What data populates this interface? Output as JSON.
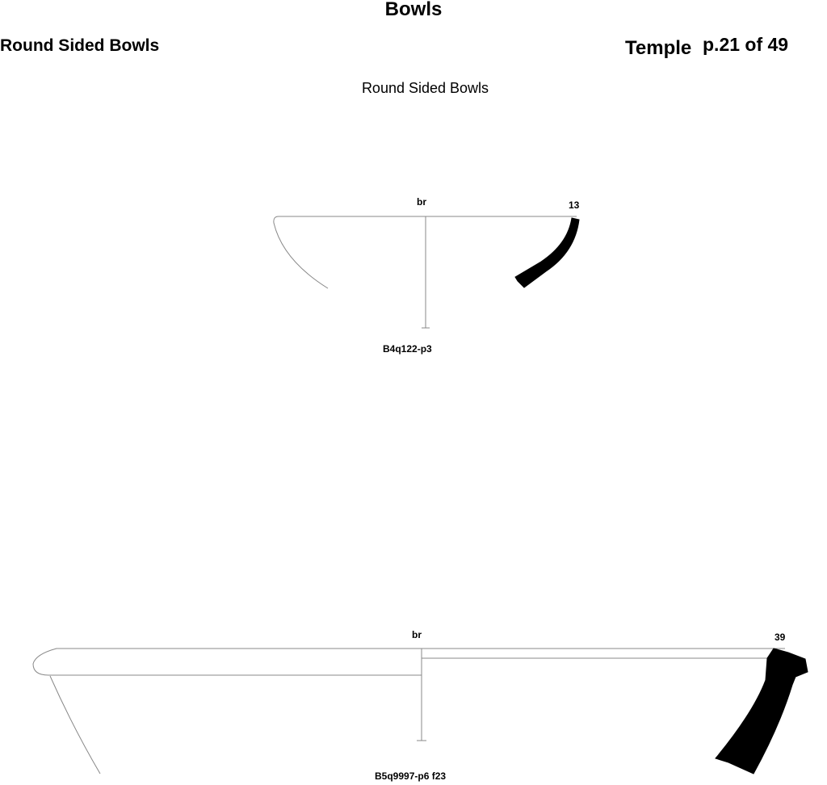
{
  "header": {
    "title": "Bowls",
    "category": "Round Sided Bowls",
    "site": "Temple",
    "page": "p.21 of 49"
  },
  "subtitle": "Round Sided Bowls",
  "drawings": [
    {
      "break_label": "br",
      "number": "13",
      "sample_id": "B4q122-p3"
    },
    {
      "break_label": "br",
      "number": "39",
      "sample_id": "B5q9997-p6 f23"
    }
  ]
}
